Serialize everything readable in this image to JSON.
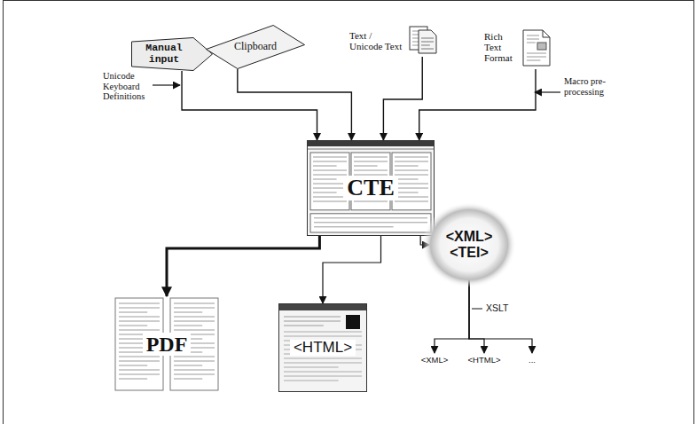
{
  "diagram": {
    "nodes": [
      {
        "text": [
          "Manual input"
        ]
      },
      {
        "text": [
          "Clipboard"
        ]
      },
      {
        "text": [
          "Text / Unicode Text"
        ]
      },
      {
        "text": [
          "Rich Text Format"
        ]
      },
      {
        "text": [
          "CTE"
        ]
      },
      {
        "text": [
          "PDF"
        ]
      },
      {
        "text": [
          "<HTML>"
        ]
      },
      {
        "text": [
          "<XML> <TEI>"
        ]
      },
      {
        "text": [
          "<XML>"
        ]
      },
      {
        "text": [
          "<HTML>"
        ]
      },
      {
        "text": [
          "..."
        ]
      }
    ],
    "edges": [
      {
        "from": 0,
        "to": 4,
        "arrow": "to"
      },
      {
        "from": 1,
        "to": 4,
        "arrow": "to"
      },
      {
        "from": 2,
        "to": 4,
        "arrow": "to"
      },
      {
        "from": 3,
        "to": 4,
        "arrow": "to"
      },
      {
        "from": 4,
        "to": 5,
        "arrow": "to"
      },
      {
        "from": 4,
        "to": 6,
        "arrow": "to"
      },
      {
        "from": 4,
        "to": 7,
        "arrow": "to"
      },
      {
        "from": 7,
        "to": 8,
        "arrow": "to"
      },
      {
        "from": 7,
        "to": 9,
        "arrow": "to"
      },
      {
        "from": 7,
        "to": 10,
        "arrow": "to"
      }
    ],
    "labels": [
      "Unicode Keyboard Definitions",
      "Macro pre-processing",
      "XSLT"
    ]
  }
}
